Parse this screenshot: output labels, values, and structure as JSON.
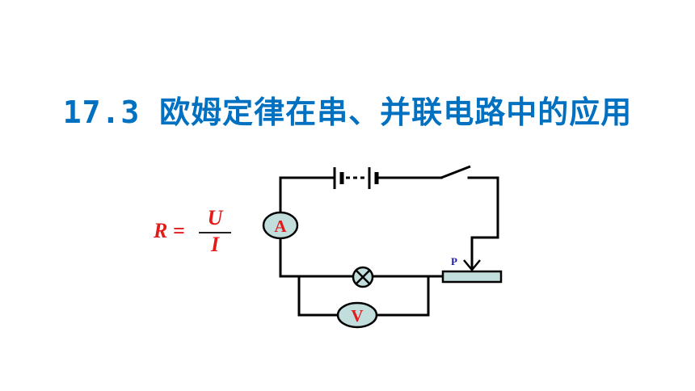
{
  "title": "17.3 欧姆定律在串、并联电路中的应用",
  "formula": {
    "lhs": "R =",
    "numerator": "U",
    "denominator": "I"
  },
  "circuit": {
    "ammeter_label": "A",
    "voltmeter_label": "V",
    "slider_label": "P"
  },
  "colors": {
    "title": "#0070C0",
    "formula": "#E31B1B",
    "meter_fill": "#C2DEDC",
    "wire": "#000000",
    "slider_label": "#1a1aa6"
  }
}
